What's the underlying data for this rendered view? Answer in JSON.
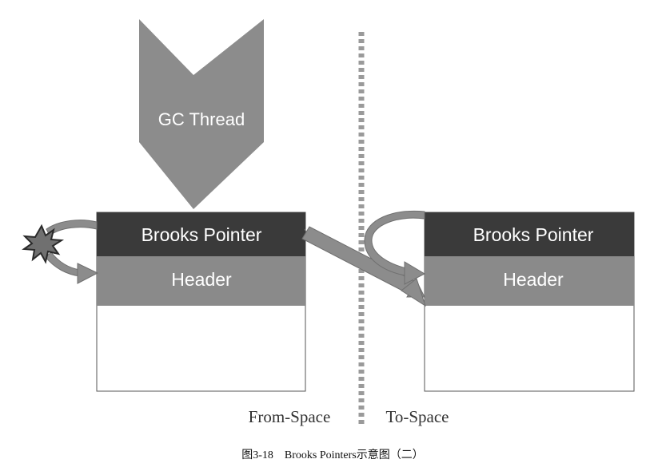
{
  "diagram": {
    "gc_thread_label": "GC Thread",
    "from_object": {
      "pointer_label": "Brooks Pointer",
      "header_label": "Header"
    },
    "to_object": {
      "pointer_label": "Brooks Pointer",
      "header_label": "Header"
    },
    "from_space_label": "From-Space",
    "to_space_label": "To-Space",
    "caption": "图3-18　Brooks Pointers示意图（二）"
  },
  "colors": {
    "pointer_fill": "#3a3a3a",
    "header_fill": "#8a8a8a",
    "arrow_fill": "#8c8c8c",
    "arrow_stroke": "#6f6f6f",
    "divider": "#9a9a9a",
    "box_border": "#555555"
  }
}
